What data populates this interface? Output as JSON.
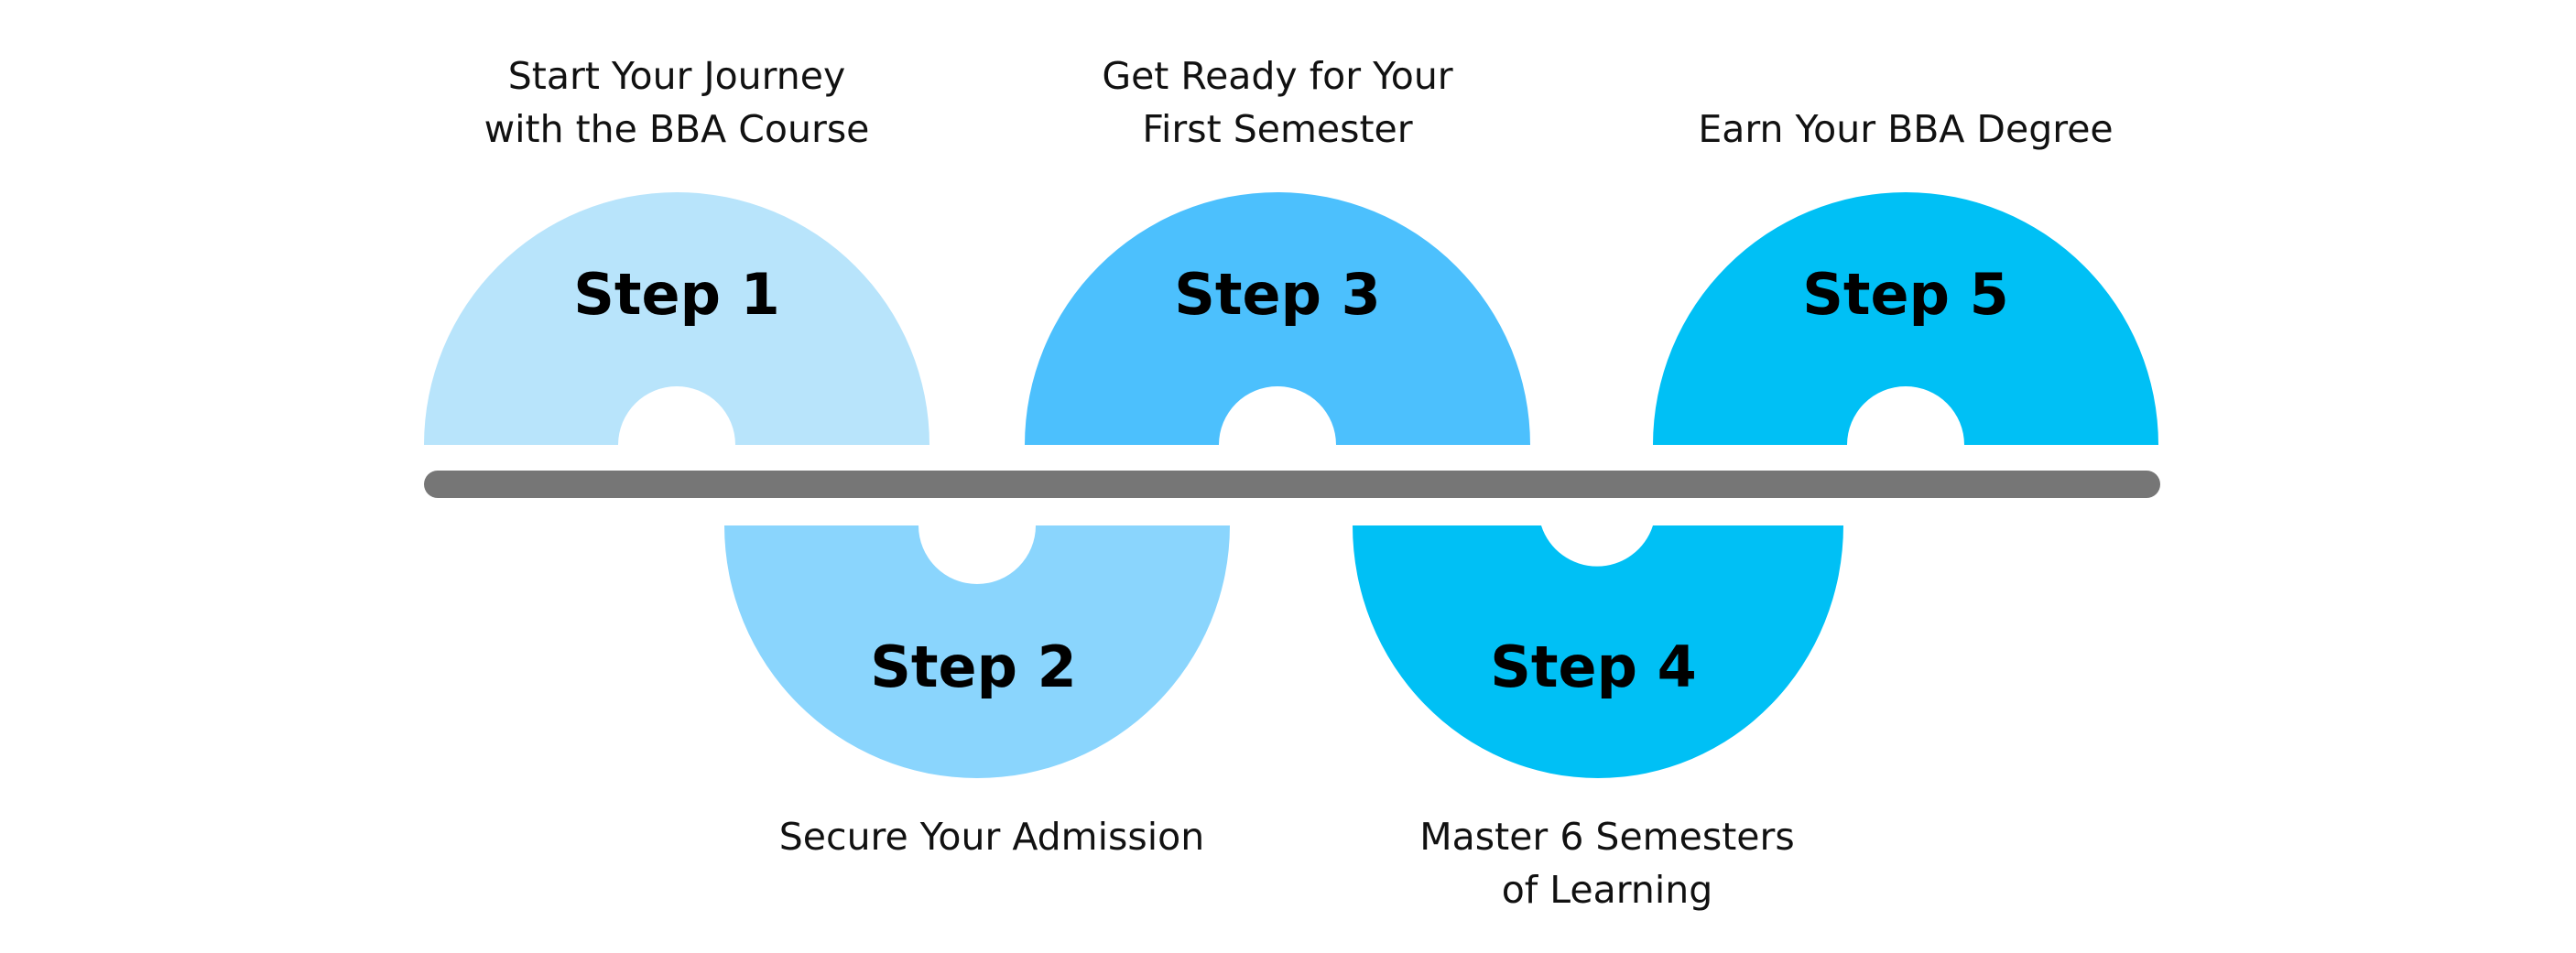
{
  "steps": [
    {
      "title": "Step 1",
      "caption": [
        "Start Your Journey",
        "with the BBA Course"
      ],
      "color": "#b8e4fb"
    },
    {
      "title": "Step 2",
      "caption": [
        "Secure Your Admission"
      ],
      "color": "#8ad5fd"
    },
    {
      "title": "Step 3",
      "caption": [
        "Get Ready for Your",
        "First Semester"
      ],
      "color": "#4cc0fd"
    },
    {
      "title": "Step 4",
      "caption": [
        "Master 6 Semesters",
        "of Learning"
      ],
      "color": "#00c0f5"
    },
    {
      "title": "Step 5",
      "caption": [
        "Earn Your BBA Degree"
      ],
      "color": "#00c0f5"
    }
  ],
  "timeline_color": "#767676"
}
